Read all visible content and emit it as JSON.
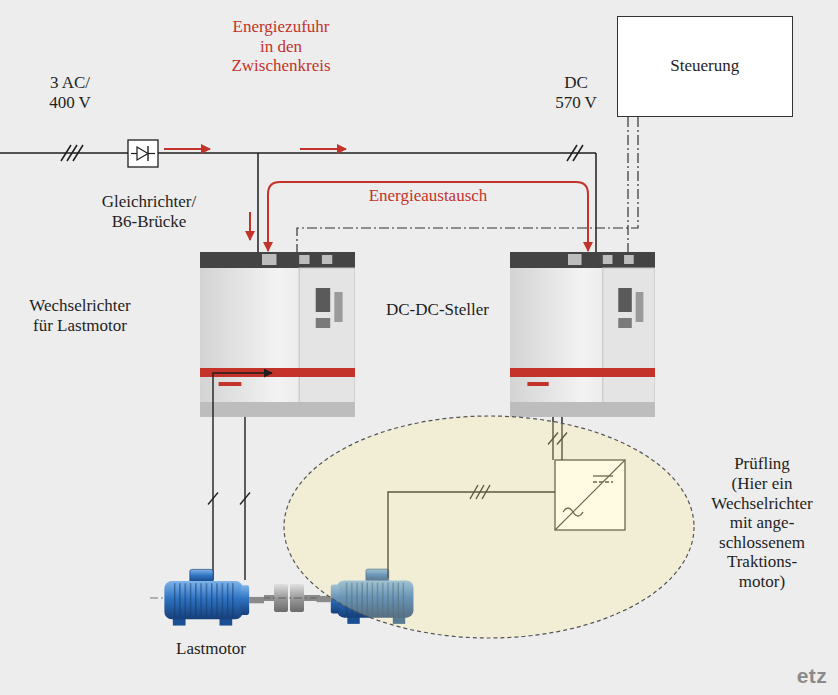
{
  "diagram": {
    "nodes": [
      {
        "text": [
          "Steuerung"
        ]
      },
      {
        "text": [
          "Wechselrichter für Lastmotor"
        ]
      },
      {
        "text": [
          "DC-DC-Steller"
        ]
      },
      {
        "text": [
          "Prüfling",
          "(Hier ein Wechselrichter mit ange- schlossenem Traktions- motor)"
        ]
      },
      {
        "text": [
          "Lastmotor"
        ]
      }
    ],
    "edges": [
      {
        "from": 0,
        "to": 2,
        "arrow": "none"
      },
      {
        "from": 0,
        "to": 1,
        "arrow": "none"
      },
      {
        "from": 1,
        "to": 2,
        "arrow": "both",
        "label": "Energieaustausch"
      },
      {
        "from": 1,
        "to": 4,
        "arrow": "none"
      },
      {
        "from": 2,
        "to": 3,
        "arrow": "none"
      }
    ],
    "labels": [
      "3 AC/ 400 V",
      "Energiezufuhr in den Zwischenkreis",
      "DC 570 V",
      "Gleichrichter/ B6-Brücke",
      "etz"
    ]
  }
}
